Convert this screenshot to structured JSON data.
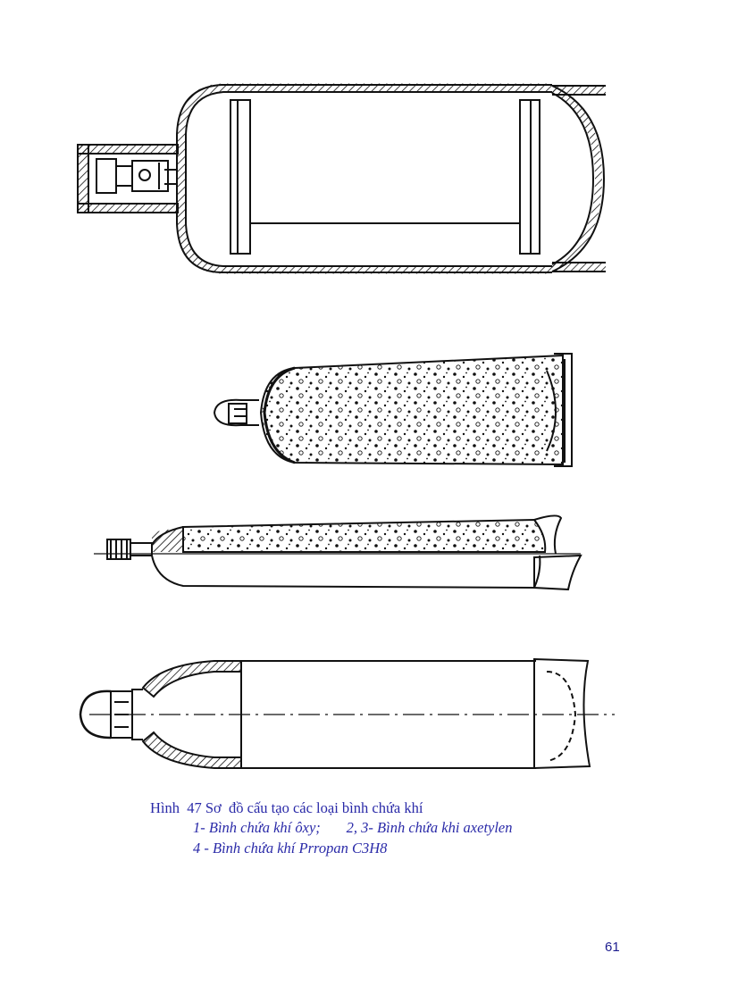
{
  "caption": {
    "title": "Hình  47 Sơ  đồ cấu tạo các loại bình chứa khí",
    "line1": "1- Bình chứa khí ôxy;       2, 3- Bình chứa khi axetylen",
    "line2": "4 - Bình chứa khí Prropan C3H8"
  },
  "page_number": "61",
  "colors": {
    "ink": "#111111",
    "caption": "#2a2aa8",
    "page_number": "#1d1d8f"
  }
}
